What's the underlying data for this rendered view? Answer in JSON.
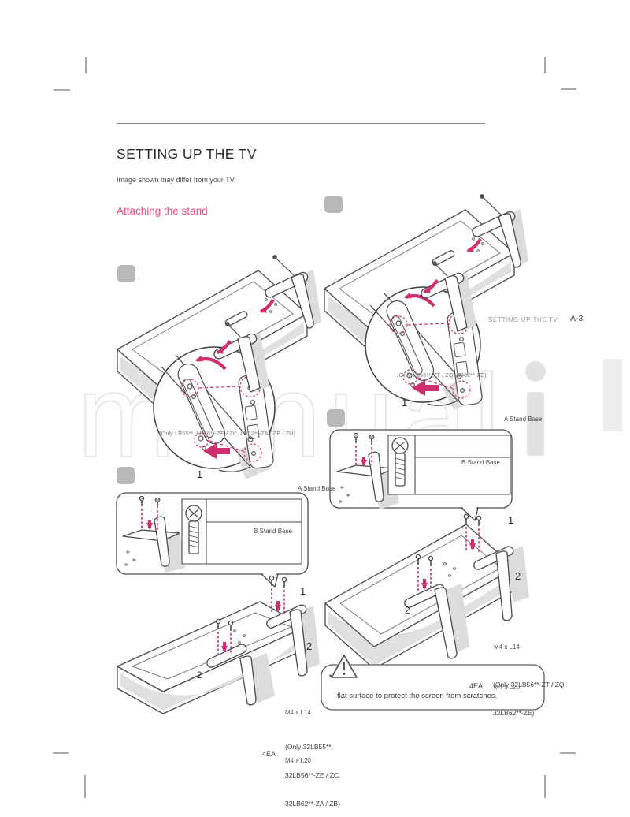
{
  "header": {
    "title": "SETTING UP THE TV",
    "subtitle": "Image shown may differ from your TV.",
    "section_heading": "Attaching the stand",
    "running_head": "SETTING UP THE TV",
    "page_number": "A-3"
  },
  "watermark": {
    "outline_text": "manual",
    "solid_letter": "i"
  },
  "colors": {
    "accent_pink": "#ee4d85",
    "arrow_pink": "#cf2f6f",
    "line_art": "#4a4a4a",
    "watermark_gray": "#e6e6e6",
    "marker_square_gray": "#b8b8b8"
  },
  "figures": {
    "left": {
      "callout_model_note": "(Only LB55**, LB56**-ZE / ZC, LB62**-ZA / ZB / ZD)",
      "callout_step": "1",
      "stand_base_a_label": "A Stand Base",
      "stand_base_b_label": "B Stand Base",
      "screw_step": "1",
      "attach_step": "2",
      "tv_marker": "2",
      "screw_size_1": "M4 x L14",
      "model_lines": [
        "(Only 32LB55**,",
        "32LB56**-ZE / ZC,",
        "32LB62**-ZA / ZB)"
      ],
      "quantity": "4EA",
      "screw_size_2": "M4 x L20"
    },
    "right": {
      "callout_model_note": "(Only LB56**-ZT / ZQ, LB62**-ZE)",
      "callout_step": "1",
      "stand_base_a_label": "A Stand Base",
      "stand_base_b_label": "B Stand Base",
      "screw_step": "1",
      "attach_step": "2",
      "tv_marker": "2",
      "screw_size_1": "M4 x L14",
      "model_lines": [
        "(Only 32LB56**-ZT / ZQ,",
        "32LB62**-ZE)"
      ],
      "quantity": "4EA",
      "screw_size_2": "M4 x L20"
    }
  },
  "note": {
    "icon": "warning-triangle-icon",
    "bullet": "•",
    "text": "flat surface to protect the screen from scratches."
  }
}
